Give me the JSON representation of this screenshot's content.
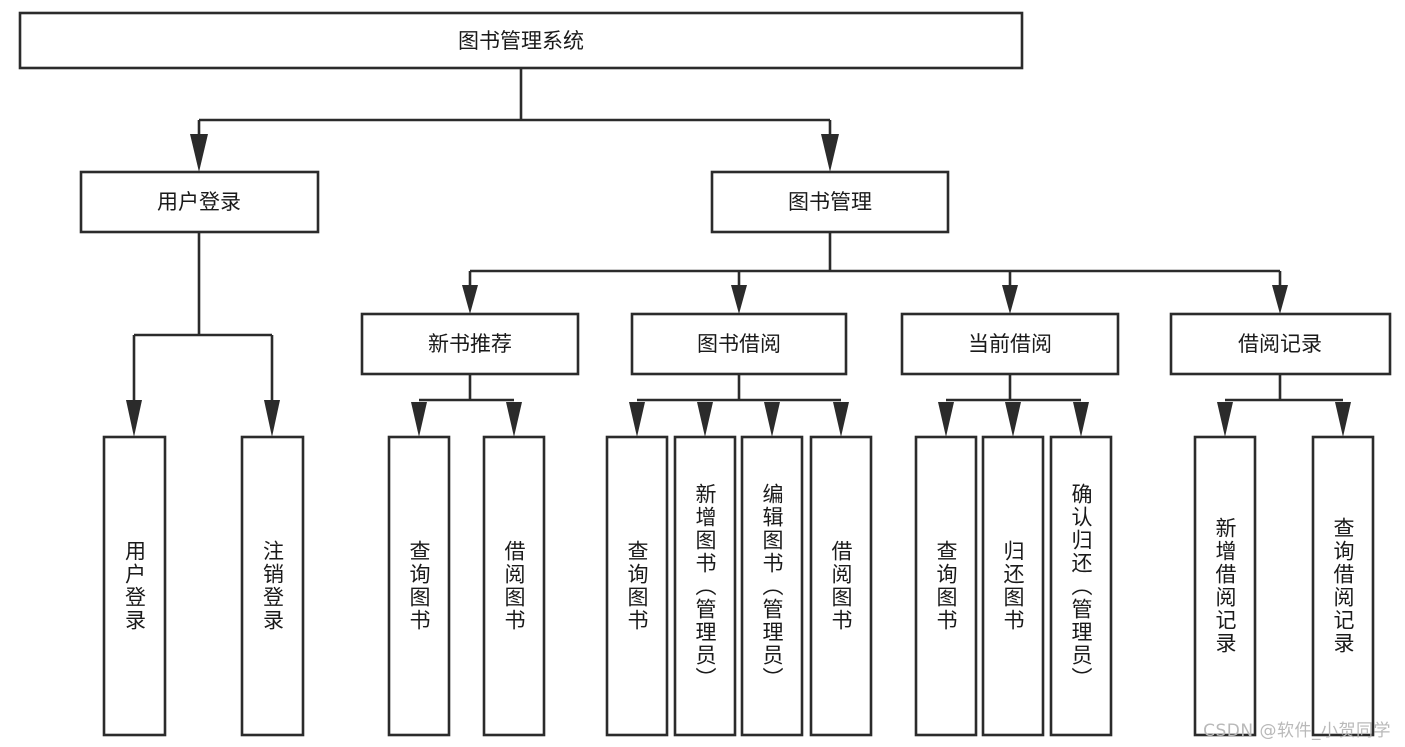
{
  "diagram": {
    "title": "图书管理系统",
    "type": "功能结构图",
    "watermark": "CSDN @软件_小贺同学",
    "colors": {
      "box_fill": "#ffffff",
      "box_stroke": "#2b2b2b",
      "connector": "#2b2b2b",
      "text": "#1a1a1a",
      "background": "#ffffff",
      "watermark": "#b9b9b9"
    },
    "root": {
      "label": "图书管理系统"
    },
    "level2": [
      {
        "label": "用户登录"
      },
      {
        "label": "图书管理"
      }
    ],
    "level3": [
      {
        "label": "新书推荐"
      },
      {
        "label": "图书借阅"
      },
      {
        "label": "当前借阅"
      },
      {
        "label": "借阅记录"
      }
    ],
    "leaves": {
      "user_login": [
        {
          "label": "用户登录"
        },
        {
          "label": "注销登录"
        }
      ],
      "new_book": [
        {
          "label": "查询图书"
        },
        {
          "label": "借阅图书"
        }
      ],
      "book_borrow": [
        {
          "label": "查询图书"
        },
        {
          "label": "新增图书（管理员）"
        },
        {
          "label": "编辑图书（管理员）"
        },
        {
          "label": "借阅图书"
        }
      ],
      "current_borrow": [
        {
          "label": "查询图书"
        },
        {
          "label": "归还图书"
        },
        {
          "label": "确认归还（管理员）"
        }
      ],
      "borrow_record": [
        {
          "label": "新增借阅记录"
        },
        {
          "label": "查询借阅记录"
        }
      ]
    }
  }
}
